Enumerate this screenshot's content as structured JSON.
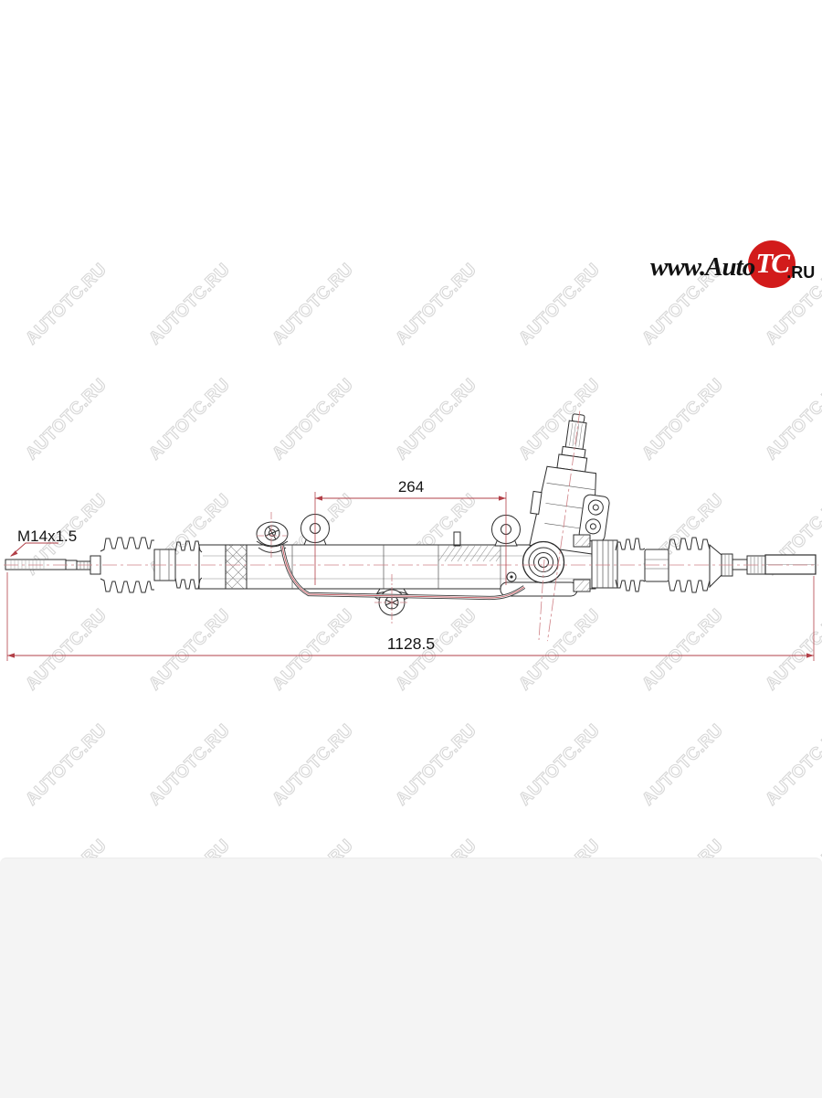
{
  "logo": {
    "www": "www.",
    "auto": "Auto",
    "tc": "TC",
    "ru": ".RU",
    "badge_color": "#d21b1b"
  },
  "watermark": {
    "text": "AUTOTC.RU"
  },
  "diagram": {
    "labels": {
      "thread": "M14x1.5",
      "mount_span": "264",
      "overall_length": "1128.5"
    },
    "colors": {
      "ink": "#2e2e2e",
      "dimension_red": "#b24048",
      "centerline_red": "#cf8186"
    }
  }
}
